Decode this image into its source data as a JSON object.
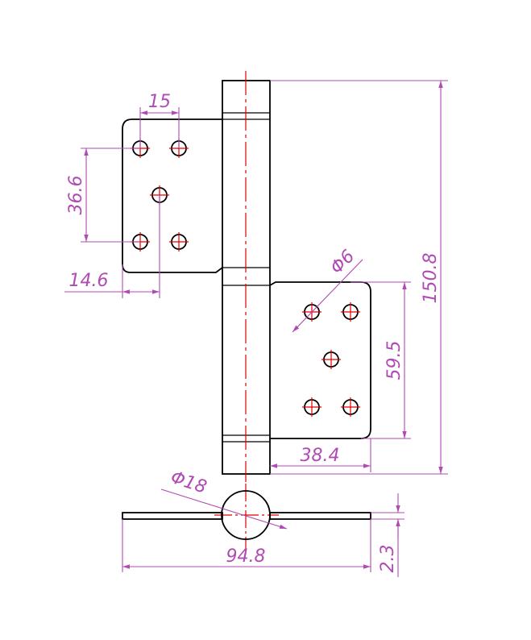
{
  "diagram": {
    "dimensions": {
      "hole_spacing": "15",
      "vertical_hole_spacing": "36.6",
      "edge_offset": "14.6",
      "hole_diameter": "Φ6",
      "total_height": "150.8",
      "lower_hole_spacing": "59.5",
      "leaf_width": "38.4",
      "knuckle_diameter": "Φ18",
      "overall_width": "94.8",
      "thickness": "2.3"
    },
    "colors": {
      "outline": "#000000",
      "centerline": "#e00000",
      "dimension": "#b04ab4"
    }
  }
}
